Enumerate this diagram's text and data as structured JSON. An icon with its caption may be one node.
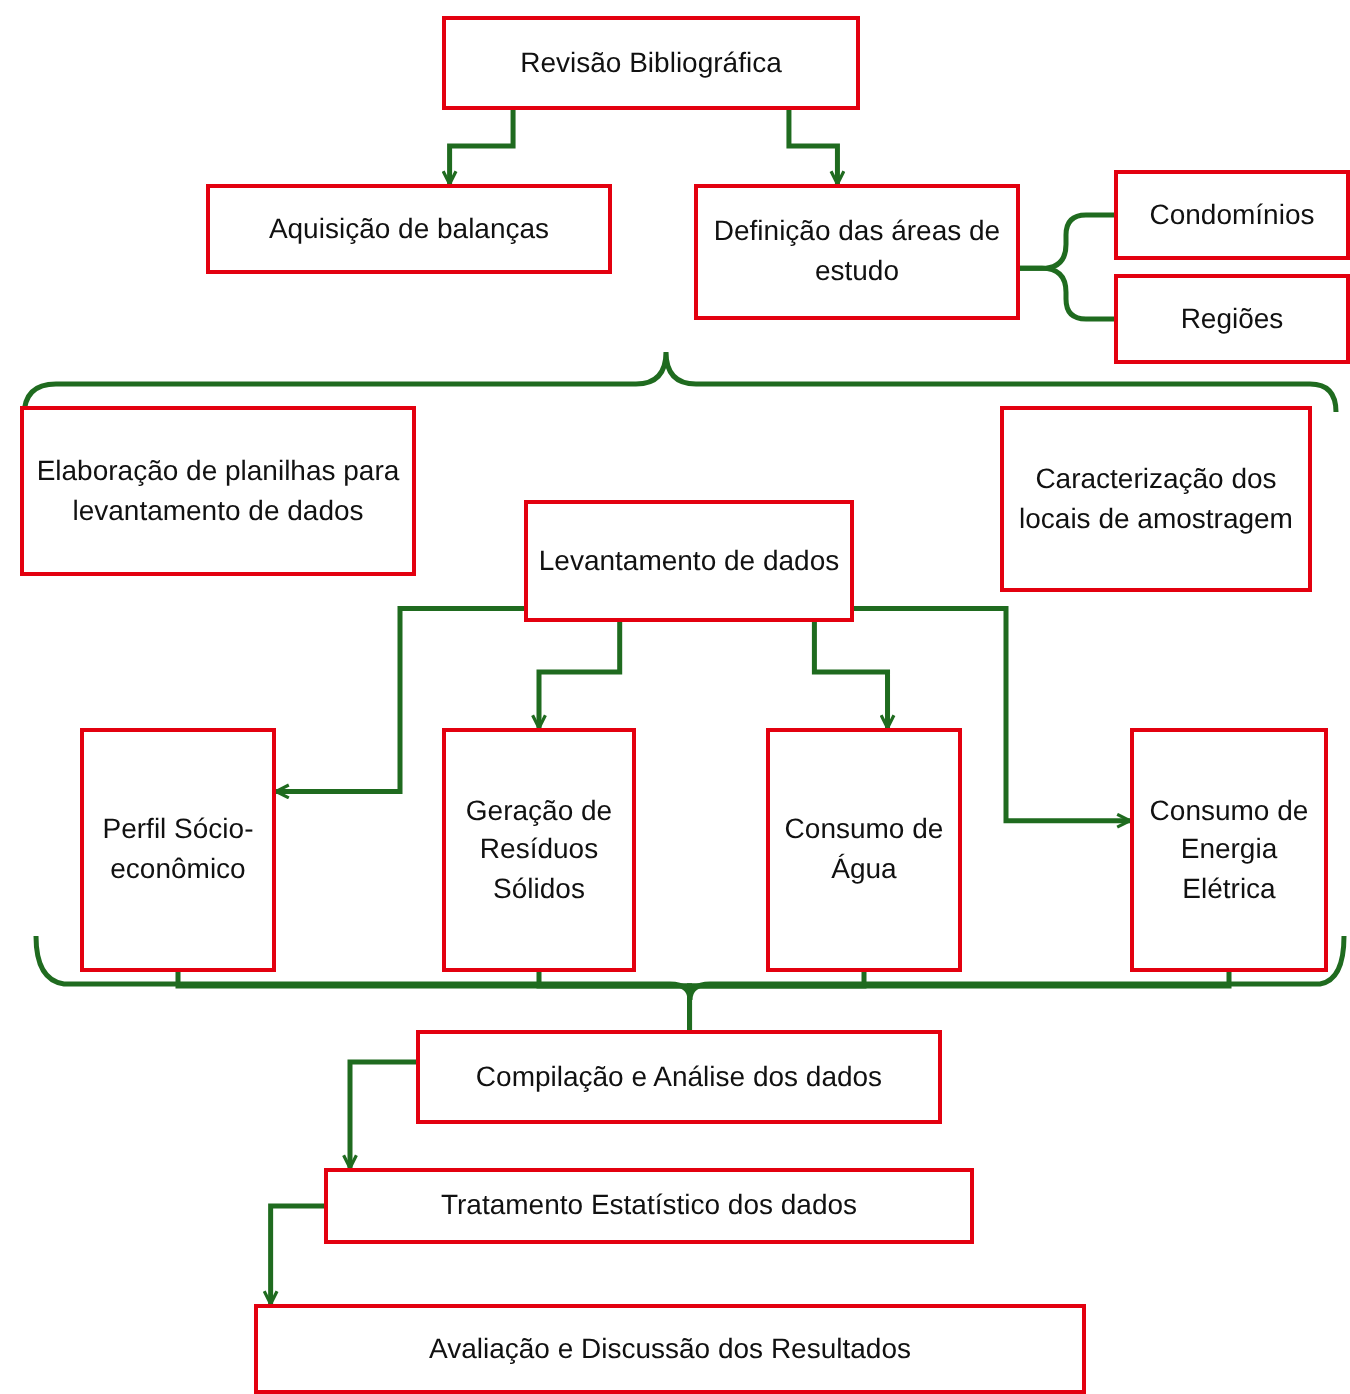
{
  "diagram": {
    "nodes": [
      {
        "text": [
          "Revisão Bibliográfica"
        ]
      },
      {
        "text": [
          "Aquisição de balanças"
        ]
      },
      {
        "text": [
          "Definição das áreas de estudo"
        ]
      },
      {
        "text": [
          "Condomínios"
        ]
      },
      {
        "text": [
          "Regiões"
        ]
      },
      {
        "text": [
          "Elaboração de planilhas para levantamento de dados"
        ]
      },
      {
        "text": [
          "Caracterização dos locais de amostragem"
        ]
      },
      {
        "text": [
          "Levantamento de dados"
        ]
      },
      {
        "text": [
          "Perfil Sócio-econômico"
        ]
      },
      {
        "text": [
          "Geração de Resíduos Sólidos"
        ]
      },
      {
        "text": [
          "Consumo de Água"
        ]
      },
      {
        "text": [
          "Consumo de Energia Elétrica"
        ]
      },
      {
        "text": [
          "Compilação e Análise dos dados"
        ]
      },
      {
        "text": [
          "Tratamento Estatístico dos dados"
        ]
      },
      {
        "text": [
          "Avaliação e Discussão dos Resultados"
        ]
      }
    ],
    "edges": [
      {
        "from": 0,
        "to": 1,
        "arrow": "to"
      },
      {
        "from": 0,
        "to": 2,
        "arrow": "to"
      },
      {
        "from": 2,
        "to": 3,
        "arrow": "none"
      },
      {
        "from": 2,
        "to": 4,
        "arrow": "none"
      },
      {
        "from": 7,
        "to": 8,
        "arrow": "to"
      },
      {
        "from": 7,
        "to": 9,
        "arrow": "to"
      },
      {
        "from": 7,
        "to": 10,
        "arrow": "to"
      },
      {
        "from": 7,
        "to": 11,
        "arrow": "to"
      },
      {
        "from": 8,
        "to": 12,
        "arrow": "none"
      },
      {
        "from": 9,
        "to": 12,
        "arrow": "none"
      },
      {
        "from": 10,
        "to": 12,
        "arrow": "none"
      },
      {
        "from": 11,
        "to": 12,
        "arrow": "none"
      },
      {
        "from": 12,
        "to": 13,
        "arrow": "to"
      },
      {
        "from": 13,
        "to": 14,
        "arrow": "to"
      }
    ]
  }
}
